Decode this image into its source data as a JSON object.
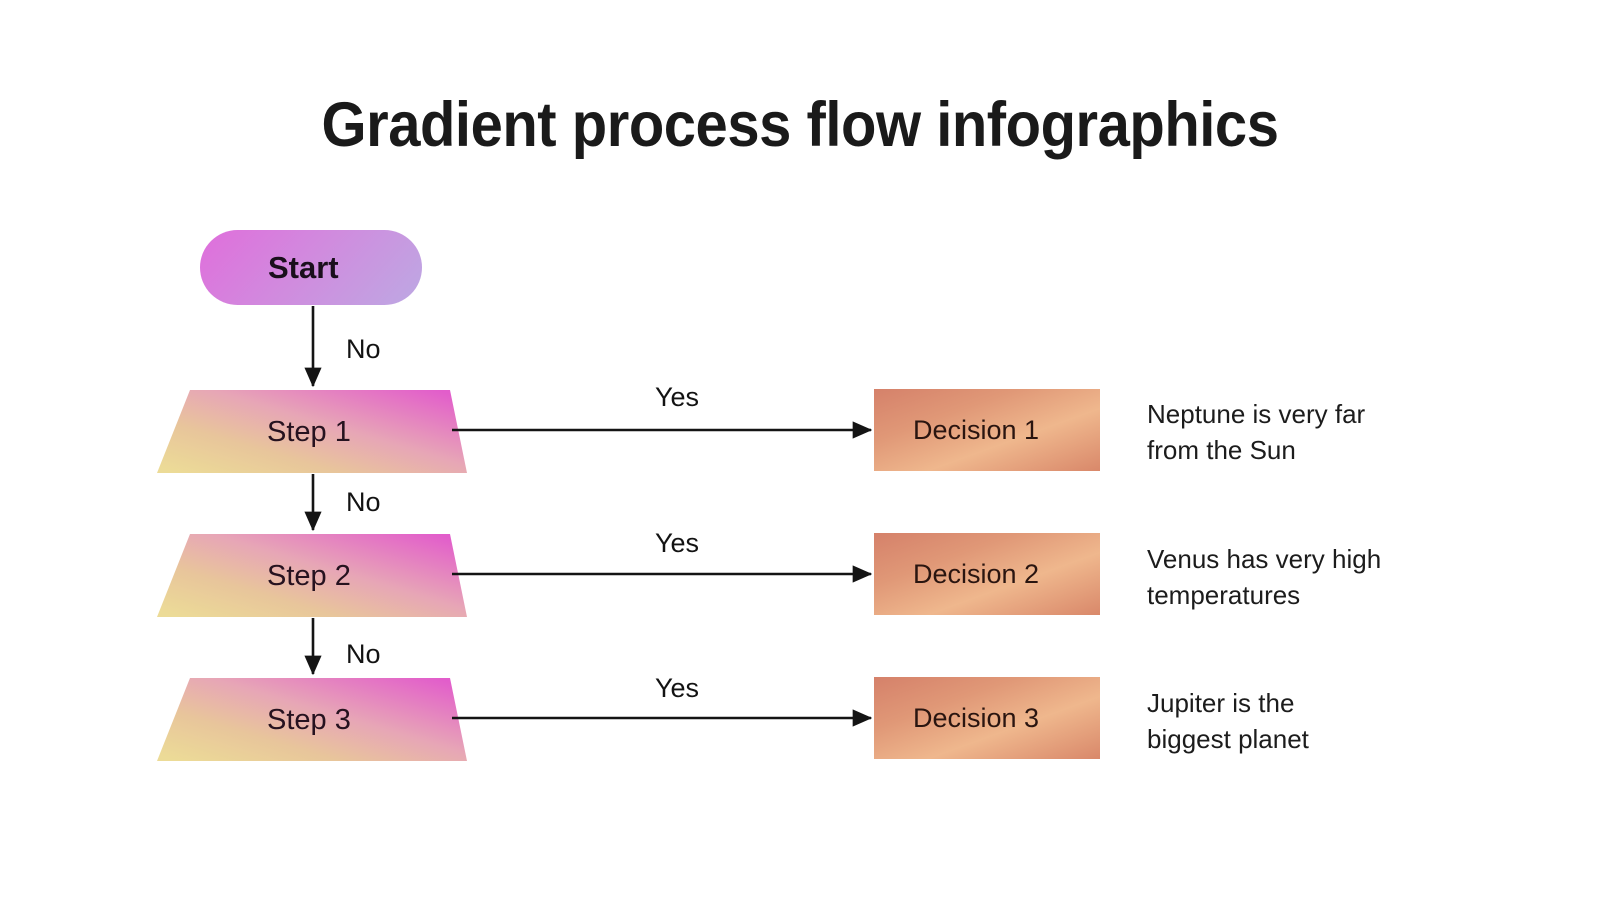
{
  "page": {
    "title": "Gradient process flow infographics",
    "background": "#ffffff"
  },
  "colors": {
    "start_gradient_from": "#d878d8",
    "start_gradient_to": "#c3a4e0",
    "step_gradient_from": "#ead79a",
    "step_gradient_mid": "#e8b49a",
    "step_gradient_to": "#e263c8",
    "decision_gradient_from": "#d8836a",
    "decision_gradient_mid": "#eeae86",
    "decision_gradient_to": "#dd8a6c",
    "connector": "#141414",
    "text": "#1a1a1a"
  },
  "flow": {
    "start": {
      "label": "Start"
    },
    "steps": [
      {
        "step_label": "Step 1",
        "no_label": "No",
        "yes_label": "Yes",
        "decision_label": "Decision 1",
        "description": "Neptune is very far\nfrom the Sun"
      },
      {
        "step_label": "Step 2",
        "no_label": "No",
        "yes_label": "Yes",
        "decision_label": "Decision 2",
        "description": "Venus has very high\ntemperatures"
      },
      {
        "step_label": "Step 3",
        "no_label": "No",
        "yes_label": "Yes",
        "decision_label": "Decision 3",
        "description": "Jupiter is the\nbiggest planet"
      }
    ],
    "start_to_step1_label": "No"
  }
}
